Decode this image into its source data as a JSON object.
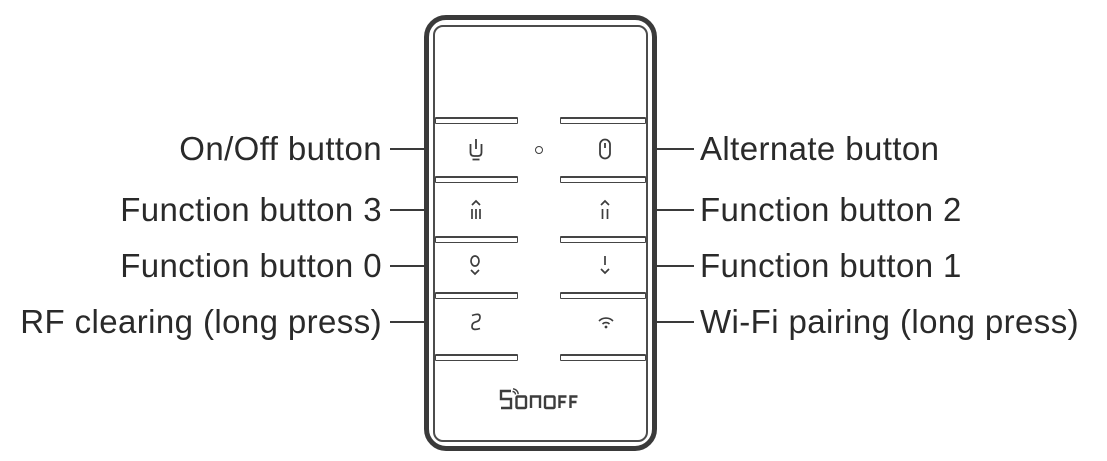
{
  "diagram": {
    "type": "annotated remote control illustration",
    "brand": "SONOFF",
    "colors": {
      "text": "#2a2a2a",
      "line": "#3a3a3a",
      "device_outline": "#3d3d3d",
      "background": "#ffffff"
    },
    "remote": {
      "led": "led-indicator",
      "logo": "sonoff-logo-with-signal-waves"
    },
    "rows": [
      {
        "left_label": "On/Off button",
        "left_icon": "power-icon",
        "right_icon": "alternate-icon",
        "right_label": "Alternate button"
      },
      {
        "left_label": "Function button 3",
        "left_icon": "function-3-icon",
        "right_icon": "function-2-icon",
        "right_label": "Function button 2"
      },
      {
        "left_label": "Function button 0",
        "left_icon": "function-0-icon",
        "right_icon": "function-1-icon",
        "right_label": "Function button 1"
      },
      {
        "left_label": "RF clearing (long press)",
        "left_icon": "rf-clearing-icon",
        "right_icon": "wifi-icon",
        "right_label": "Wi-Fi pairing (long press)"
      }
    ]
  }
}
